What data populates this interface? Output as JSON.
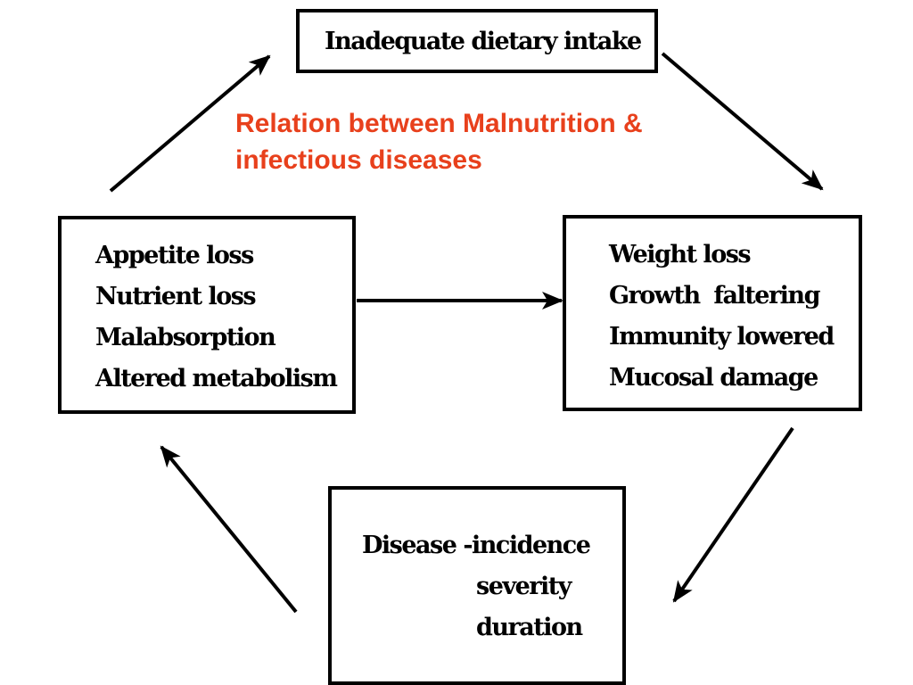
{
  "title": {
    "line1": "Relation between Malnutrition &",
    "line2": "infectious diseases",
    "color": "#e8401c"
  },
  "nodes": {
    "top": {
      "lines": [
        "Inadequate dietary intake"
      ]
    },
    "left": {
      "lines": [
        "Appetite loss",
        "Nutrient loss",
        "Malabsorption",
        "Altered metabolism"
      ]
    },
    "right": {
      "lines": [
        "Weight loss",
        "Growth  faltering",
        "Immunity lowered",
        "Mucosal damage"
      ]
    },
    "bottom": {
      "lines": [
        "Disease -incidence",
        "severity",
        "duration"
      ]
    }
  },
  "edges": [
    {
      "from": "top",
      "to": "right"
    },
    {
      "from": "left",
      "to": "right"
    },
    {
      "from": "right",
      "to": "bottom"
    },
    {
      "from": "bottom",
      "to": "left"
    },
    {
      "from": "left",
      "to": "top"
    }
  ]
}
